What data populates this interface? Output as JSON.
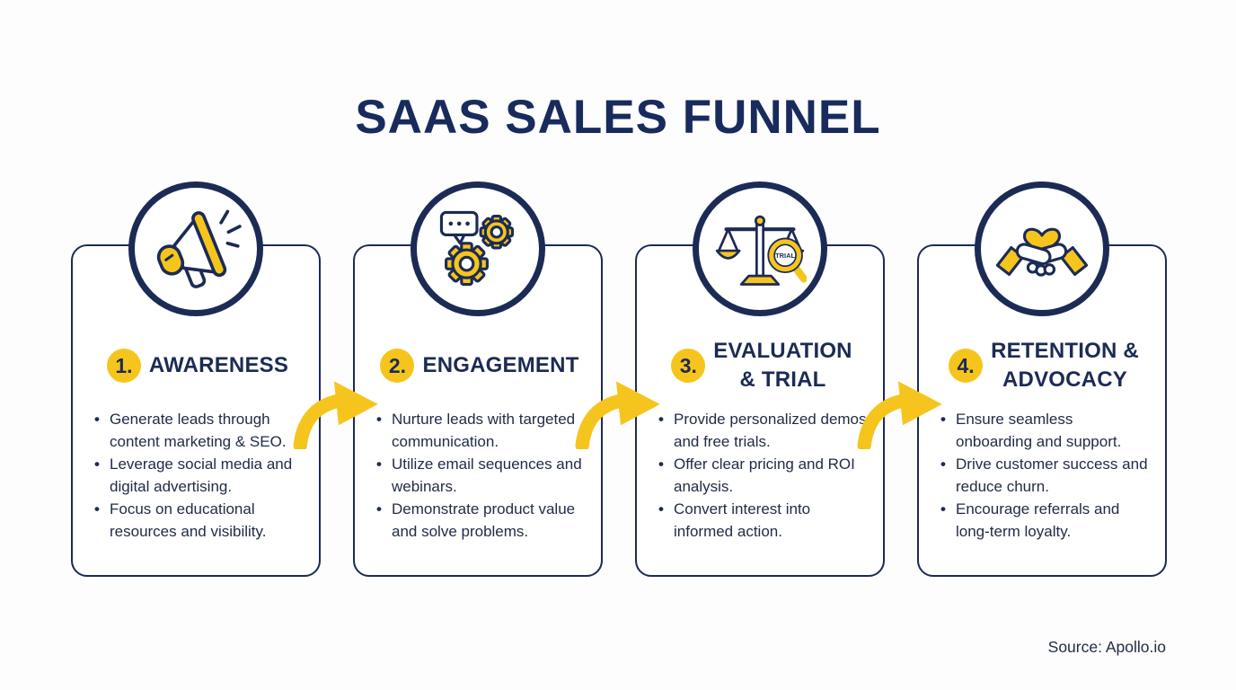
{
  "title": "SAAS SALES FUNNEL",
  "source": "Source: Apollo.io",
  "colors": {
    "navy": "#1C2B55",
    "yellow": "#F6C51D",
    "background": "#FDFDFD",
    "body_text": "#222C46"
  },
  "stages": [
    {
      "number": "1.",
      "name": "AWARENESS",
      "icon": "megaphone-icon",
      "bullets": [
        "Generate leads through content marketing & SEO.",
        "Leverage social media and digital advertising.",
        "Focus on educational resources and visibility."
      ]
    },
    {
      "number": "2.",
      "name": "ENGAGEMENT",
      "icon": "chat-gears-icon",
      "bullets": [
        "Nurture leads with targeted communication.",
        "Utilize email sequences and webinars.",
        "Demonstrate product value and solve problems."
      ]
    },
    {
      "number": "3.",
      "name": "EVALUATION\n& TRIAL",
      "icon": "scales-magnifier-icon",
      "magnifier_label": "TRIAL",
      "bullets": [
        "Provide personalized demos and free trials.",
        "Offer clear pricing and ROI analysis.",
        "Convert interest into informed action."
      ]
    },
    {
      "number": "4.",
      "name": "RETENTION &\nADVOCACY",
      "icon": "heart-handshake-icon",
      "bullets": [
        "Ensure seamless onboarding and support.",
        "Drive customer success and reduce churn.",
        "Encourage referrals and long-term loyalty."
      ]
    }
  ]
}
